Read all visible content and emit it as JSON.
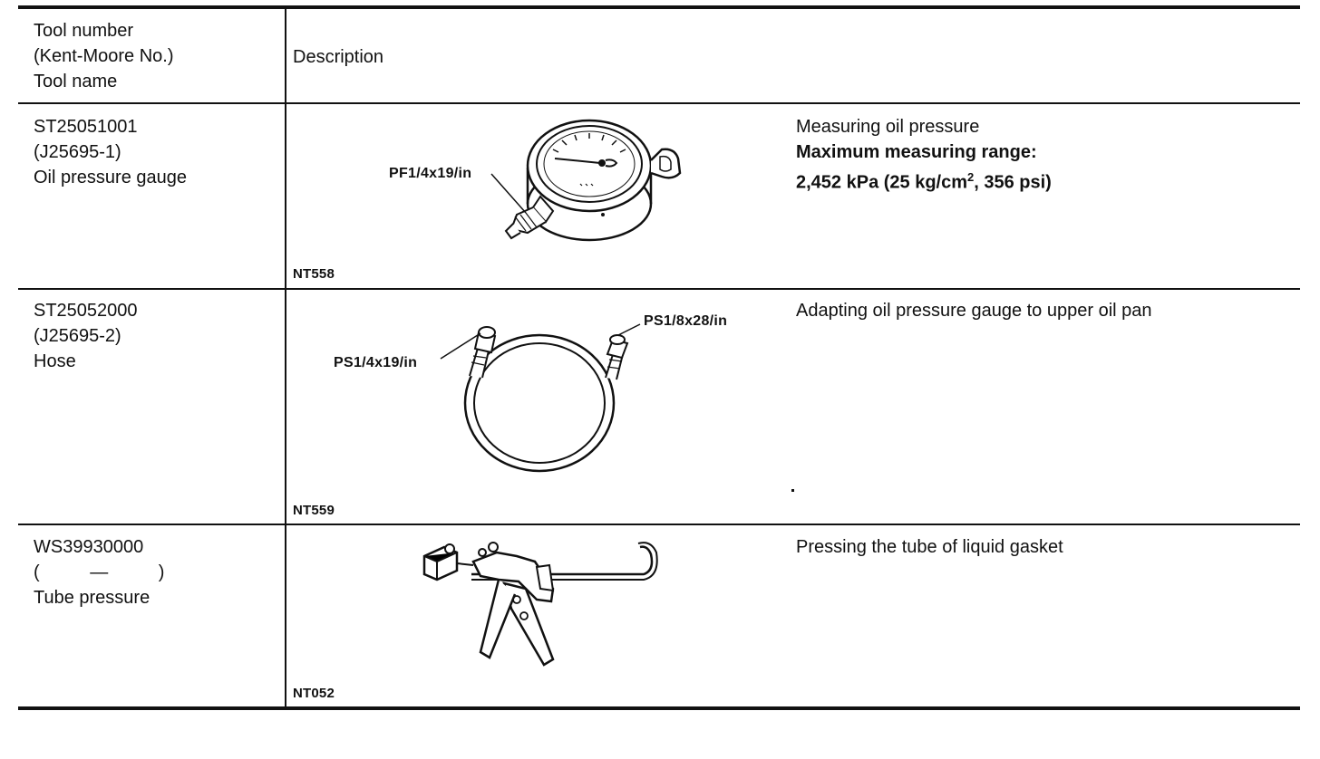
{
  "header": {
    "col1_lines": [
      "Tool number",
      "(Kent-Moore No.)",
      "Tool name"
    ],
    "col2": "Description"
  },
  "rows": [
    {
      "tool_number": "ST25051001",
      "kent_moore": "(J25695-1)",
      "tool_name": "Oil pressure gauge",
      "figure_code": "NT558",
      "callouts": [
        "PF1/4x19/in"
      ],
      "description_lines": [
        "Measuring oil pressure"
      ],
      "bold_lines": [
        "Maximum measuring range:"
      ],
      "bold_value_prefix": "2,452 kPa (25 kg/cm",
      "bold_value_sup": "2",
      "bold_value_suffix": ", 356 psi)"
    },
    {
      "tool_number": "ST25052000",
      "kent_moore": "(J25695-2)",
      "tool_name": "Hose",
      "figure_code": "NT559",
      "callouts": [
        "PS1/4x19/in",
        "PS1/8x28/in"
      ],
      "description_lines": [
        "Adapting oil pressure gauge to upper oil pan"
      ]
    },
    {
      "tool_number": "WS39930000",
      "kent_moore": "(          —          )",
      "tool_name": "Tube pressure",
      "figure_code": "NT052",
      "callouts": [],
      "description_lines": [
        "Pressing the tube of liquid gasket"
      ]
    }
  ]
}
